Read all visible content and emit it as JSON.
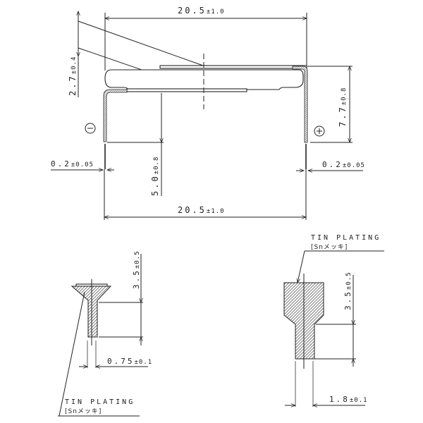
{
  "drawing": {
    "type": "technical-drawing",
    "subject": "coin cell battery with solder tabs",
    "top_view": {
      "width_top": {
        "value": "20.5",
        "tol": "±1.0"
      },
      "width_bottom": {
        "value": "20.5",
        "tol": "±1.0"
      },
      "thickness": {
        "value": "2.7",
        "tol": "±0.4"
      },
      "pos_tab_height": {
        "value": "7.7",
        "tol": "±0.8"
      },
      "neg_tab_height": {
        "value": "5.0",
        "tol": "±0.8"
      },
      "neg_tab_thickness": {
        "value": "0.2",
        "tol": "±0.05"
      },
      "pos_tab_thickness": {
        "value": "0.2",
        "tol": "±0.05"
      },
      "negative_symbol": "−",
      "positive_symbol": "+"
    },
    "detail_left": {
      "length": {
        "value": "3.5",
        "tol": "±0.5"
      },
      "width": {
        "value": "0.75",
        "tol": "±0.1"
      },
      "note": "TIN PLATING",
      "note_jp": "[Snメッキ]"
    },
    "detail_right": {
      "length": {
        "value": "3.5",
        "tol": "±0.5"
      },
      "width": {
        "value": "1.8",
        "tol": "±0.1"
      },
      "note": "TIN PLATING",
      "note_jp": "[Snメッキ]"
    }
  }
}
